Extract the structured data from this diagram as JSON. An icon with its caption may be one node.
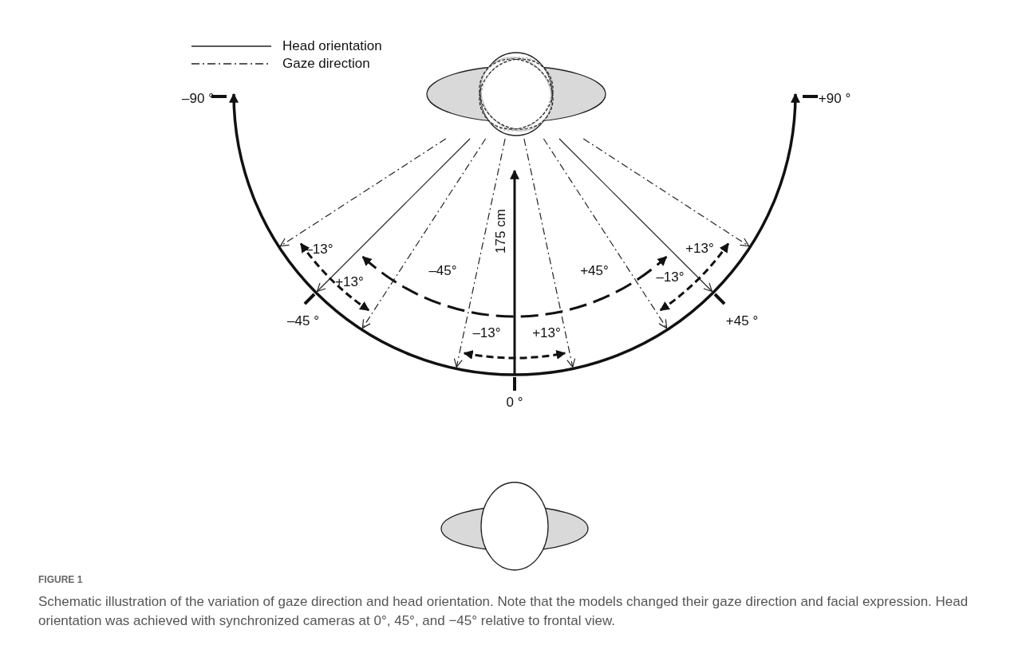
{
  "diagram": {
    "title": "FIGURE 1",
    "caption": "Schematic illustration of the variation of gaze direction and head orientation. Note that the models changed their gaze direction and facial expression. Head orientation was achieved with synchronized cameras at 0°, 45°, and −45° relative to frontal view.",
    "labels": [
      "–90 °",
      "+90 °",
      "175 cm",
      "–13°",
      "+13°",
      "+13°",
      "–45°",
      "+45°",
      "–13°",
      "–45 °",
      "+45 °",
      "–13°",
      "+13°",
      "0 °"
    ],
    "legend": [
      {
        "text": "Head orientation"
      },
      {
        "text": "Gaze direction"
      }
    ]
  }
}
